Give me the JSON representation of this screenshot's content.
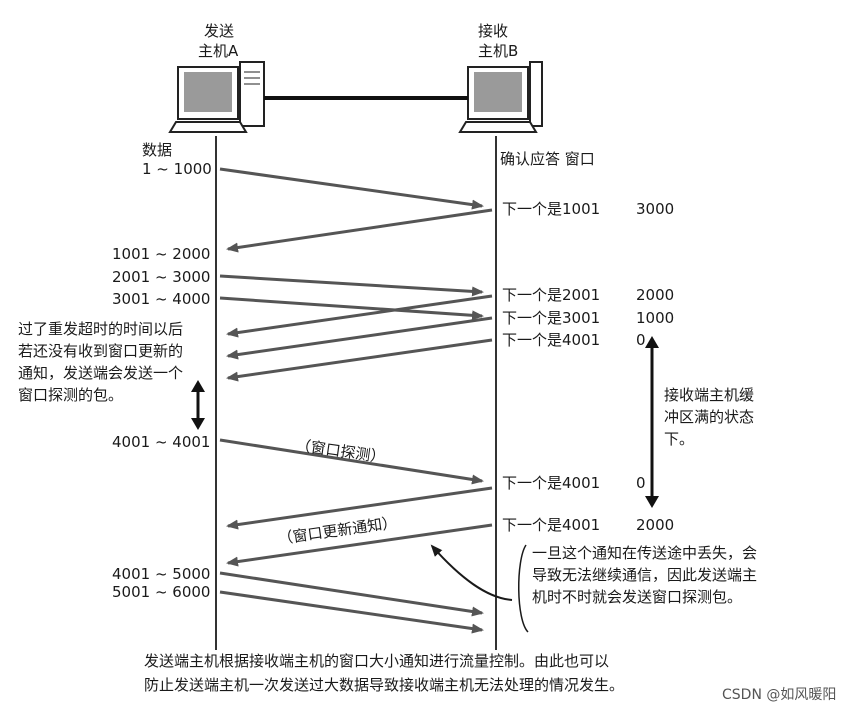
{
  "hosts": {
    "a_line1": "发送",
    "a_line2": "主机A",
    "b_line1": "接收",
    "b_line2": "主机B"
  },
  "labels": {
    "data_header": "数据",
    "ack_window_header": "确认应答 窗口"
  },
  "segments": [
    "1 ~ 1000",
    "1001 ~ 2000",
    "2001 ~ 3000",
    "3001 ~ 4000",
    "4001 ~ 4001",
    "4001 ~ 5000",
    "5001 ~ 6000"
  ],
  "acks": [
    {
      "next": "下一个是1001",
      "window": "3000"
    },
    {
      "next": "下一个是2001",
      "window": "2000"
    },
    {
      "next": "下一个是3001",
      "window": "1000"
    },
    {
      "next": "下一个是4001",
      "window": "0"
    },
    {
      "next": "下一个是4001",
      "window": "0"
    },
    {
      "next": "下一个是4001",
      "window": "2000"
    }
  ],
  "notes": {
    "retransmit_note": "过了重发超时的时间以后若还没有收到窗口更新的通知，发送端会发送一个窗口探测的包。",
    "buffer_full_note": "接收端主机缓冲区满的状态下。",
    "loss_note": "一旦这个通知在传送途中丢失，会导致无法继续通信，因此发送端主机时不时就会发送窗口探测包。",
    "window_probe": "（窗口探测）",
    "window_update": "（窗口更新通知）"
  },
  "caption": {
    "line1": "发送端主机根据接收端主机的窗口大小通知进行流量控制。由此也可以",
    "line2": "防止发送端主机一次发送过大数据导致接收端主机无法处理的情况发生。"
  },
  "watermark": "CSDN @如风暖阳",
  "colors": {
    "ink": "#1a1a1a",
    "arrow": "#555555",
    "monitor_screen": "#9a9a9a"
  },
  "icons": [
    "computer-icon",
    "computer-icon"
  ]
}
